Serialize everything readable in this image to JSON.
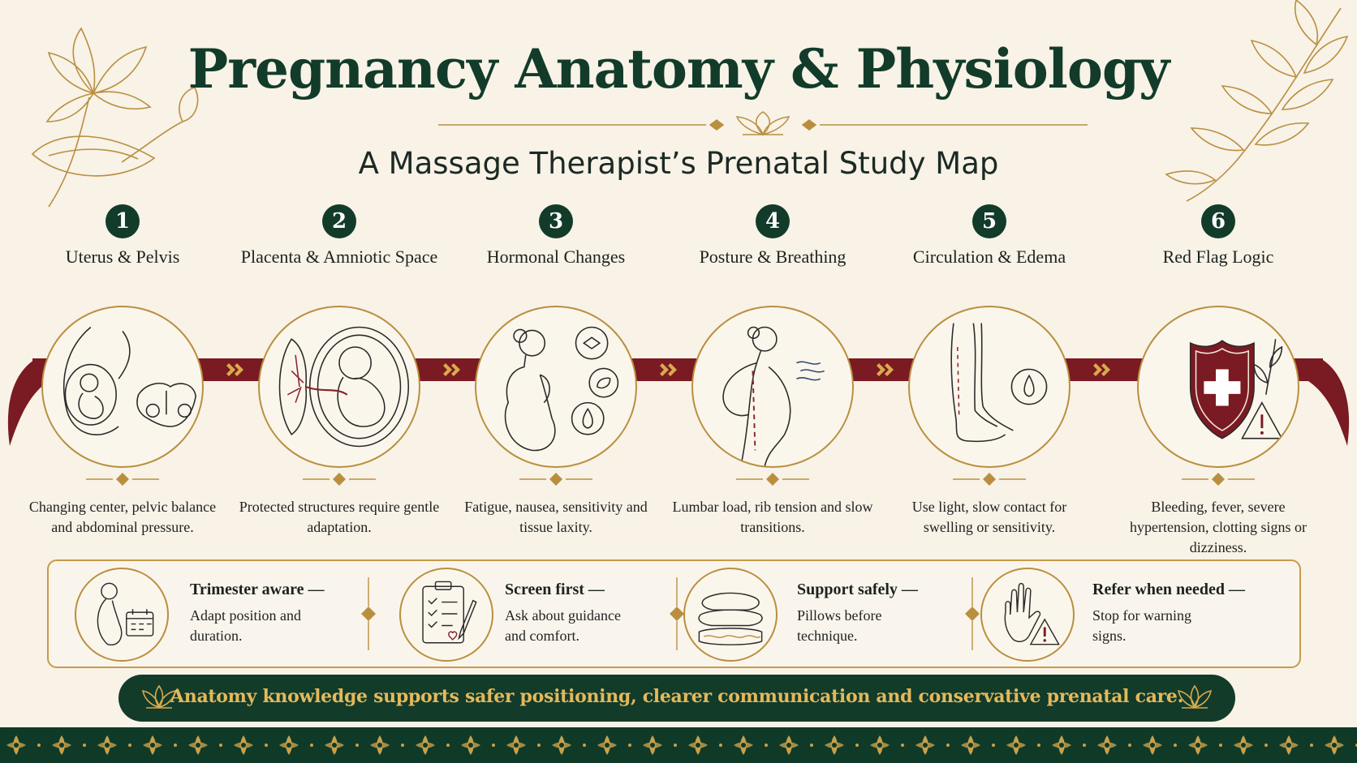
{
  "title": "Pregnancy Anatomy & Physiology",
  "subtitle": "A Massage Therapist’s Prenatal Study Map",
  "colors": {
    "green": "#123b2a",
    "gold": "#b98f3f",
    "maroon": "#7a1a22",
    "cream": "#f8f2e7"
  },
  "steps": [
    {
      "num": "1",
      "title": "Uterus & Pelvis",
      "desc": "Changing center, pelvic balance and abdominal pressure.",
      "icon": "uterus-pelvis-icon"
    },
    {
      "num": "2",
      "title": "Placenta & Amniotic Space",
      "desc": "Protected structures require gentle adaptation.",
      "icon": "placenta-fetus-icon"
    },
    {
      "num": "3",
      "title": "Hormonal Changes",
      "desc": "Fatigue, nausea, sensitivity and tissue laxity.",
      "icon": "pregnant-woman-hormones-icon"
    },
    {
      "num": "4",
      "title": "Posture & Breathing",
      "desc": "Lumbar load, rib tension and slow transitions.",
      "icon": "posture-breathing-icon"
    },
    {
      "num": "5",
      "title": "Circulation & Edema",
      "desc": "Use light, slow contact for swelling or sensitivity.",
      "icon": "legs-edema-icon"
    },
    {
      "num": "6",
      "title": "Red Flag Logic",
      "desc": "Bleeding, fever, severe hypertension, clotting signs or dizziness.",
      "icon": "shield-warning-icon"
    }
  ],
  "tips": [
    {
      "head": "Trimester aware —",
      "body": "Adapt position and duration.",
      "icon": "calendar-pregnancy-icon"
    },
    {
      "head": "Screen first —",
      "body": "Ask about guidance and comfort.",
      "icon": "clipboard-checklist-icon"
    },
    {
      "head": "Support safely —",
      "body": "Pillows before technique.",
      "icon": "pillows-icon"
    },
    {
      "head": "Refer when needed —",
      "body": "Stop for warning signs.",
      "icon": "stop-hand-warning-icon"
    }
  ],
  "banner": "Anatomy knowledge supports safer positioning, clearer communication and conservative prenatal care."
}
